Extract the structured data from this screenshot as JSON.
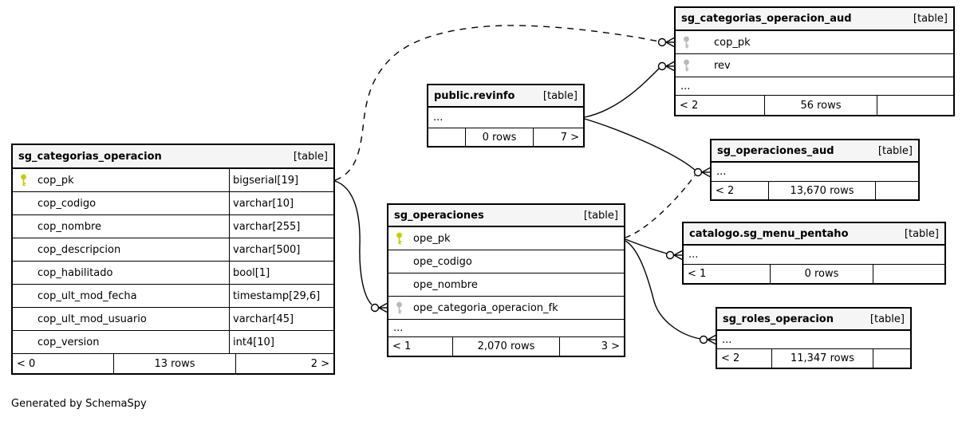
{
  "note": "Generated by SchemaSpy",
  "colors": {
    "primary_key": "#c9cc00",
    "gray_key": "#b9b9b9",
    "header_bg": "#f5f5f5",
    "line": "#000000"
  },
  "tables": [
    {
      "name": "sg_categorias_operacion",
      "tag": "[table]",
      "columns": [
        {
          "name": "cop_pk",
          "type": "bigserial[19]",
          "key": "primary"
        },
        {
          "name": "cop_codigo",
          "type": "varchar[10]",
          "key": ""
        },
        {
          "name": "cop_nombre",
          "type": "varchar[255]",
          "key": ""
        },
        {
          "name": "cop_descripcion",
          "type": "varchar[500]",
          "key": ""
        },
        {
          "name": "cop_habilitado",
          "type": "bool[1]",
          "key": ""
        },
        {
          "name": "cop_ult_mod_fecha",
          "type": "timestamp[29,6]",
          "key": ""
        },
        {
          "name": "cop_ult_mod_usuario",
          "type": "varchar[45]",
          "key": ""
        },
        {
          "name": "cop_version",
          "type": "int4[10]",
          "key": ""
        }
      ],
      "footer": {
        "left": "< 0",
        "center": "13 rows",
        "right": "2 >"
      }
    },
    {
      "name": "public.revinfo",
      "tag": "[table]",
      "ellipsis": "...",
      "footer": {
        "left": "",
        "center": "0 rows",
        "right": "7 >"
      }
    },
    {
      "name": "sg_categorias_operacion_aud",
      "tag": "[table]",
      "columns": [
        {
          "name": "cop_pk",
          "key": "gray"
        },
        {
          "name": "rev",
          "key": "gray"
        }
      ],
      "ellipsis": "...",
      "footer": {
        "left": "< 2",
        "center": "56 rows",
        "right": ""
      }
    },
    {
      "name": "sg_operaciones_aud",
      "tag": "[table]",
      "ellipsis": "...",
      "footer": {
        "left": "< 2",
        "center": "13,670 rows",
        "right": ""
      }
    },
    {
      "name": "sg_operaciones",
      "tag": "[table]",
      "columns": [
        {
          "name": "ope_pk",
          "key": "primary"
        },
        {
          "name": "ope_codigo",
          "key": ""
        },
        {
          "name": "ope_nombre",
          "key": ""
        },
        {
          "name": "ope_categoria_operacion_fk",
          "key": "gray"
        }
      ],
      "ellipsis": "...",
      "footer": {
        "left": "< 1",
        "center": "2,070 rows",
        "right": "3 >"
      }
    },
    {
      "name": "catalogo.sg_menu_pentaho",
      "tag": "[table]",
      "ellipsis": "...",
      "footer": {
        "left": "< 1",
        "center": "0 rows",
        "right": ""
      }
    },
    {
      "name": "sg_roles_operacion",
      "tag": "[table]",
      "ellipsis": "...",
      "footer": {
        "left": "< 2",
        "center": "11,347 rows",
        "right": ""
      }
    }
  ],
  "relations": [
    {
      "from": "sg_categorias_operacion.cop_pk",
      "to": "sg_categorias_operacion_aud.cop_pk",
      "style": "dashed"
    },
    {
      "from": "sg_categorias_operacion.cop_pk",
      "to": "sg_operaciones.ope_categoria_operacion_fk",
      "style": "solid"
    },
    {
      "from": "public.revinfo",
      "to": "sg_categorias_operacion_aud.rev",
      "style": "solid"
    },
    {
      "from": "public.revinfo",
      "to": "sg_operaciones_aud",
      "style": "solid"
    },
    {
      "from": "sg_operaciones.ope_pk",
      "to": "sg_operaciones_aud",
      "style": "dashed"
    },
    {
      "from": "sg_operaciones.ope_pk",
      "to": "catalogo.sg_menu_pentaho",
      "style": "solid"
    },
    {
      "from": "sg_operaciones.ope_pk",
      "to": "sg_roles_operacion",
      "style": "solid"
    }
  ]
}
